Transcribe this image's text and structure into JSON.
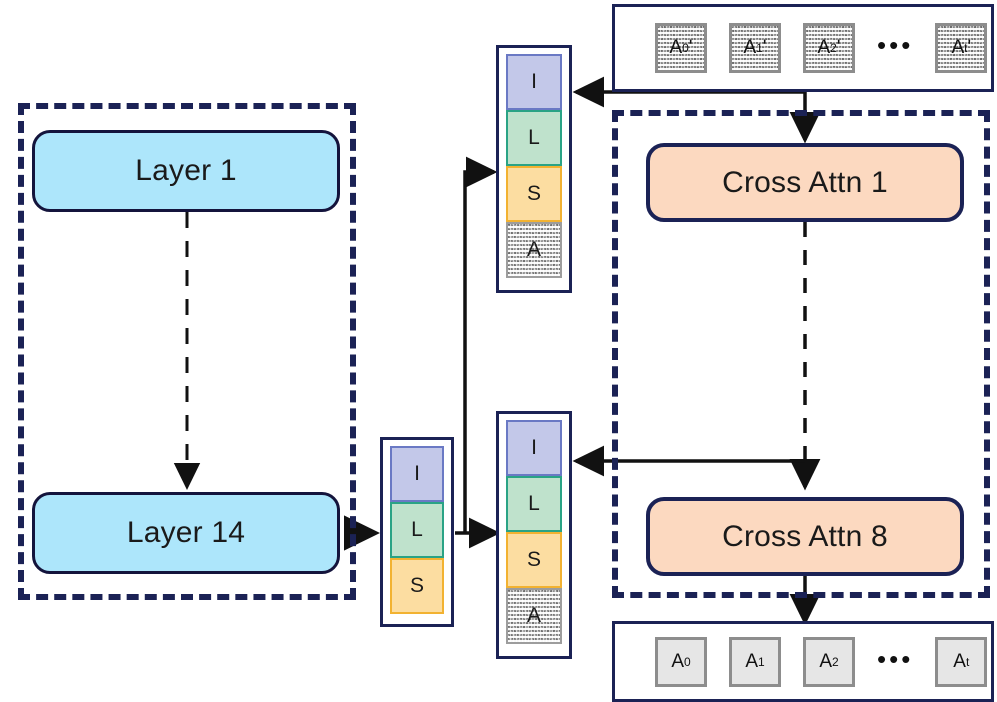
{
  "diagram": {
    "title": "Transformer layers with cross-attention audio token pipeline",
    "colors": {
      "layer_fill": "#ade6fb",
      "attn_fill": "#fcd9c0",
      "group_border": "#1b2255",
      "token_i": "#c3c8e9",
      "token_l": "#bfe2cc",
      "token_s": "#fcdda1",
      "token_a": "#d9d9d9"
    }
  },
  "left_group": {
    "layer_first": "Layer 1",
    "layer_last": "Layer 14"
  },
  "right_group": {
    "attn_first": "Cross Attn 1",
    "attn_last": "Cross Attn 8"
  },
  "token_stack_ls": {
    "blocks": [
      {
        "label": "I",
        "kind": "tok-i"
      },
      {
        "label": "L",
        "kind": "tok-l"
      },
      {
        "label": "S",
        "kind": "tok-s"
      }
    ]
  },
  "token_stack_top": {
    "blocks": [
      {
        "label": "I",
        "kind": "tok-i"
      },
      {
        "label": "L",
        "kind": "tok-l"
      },
      {
        "label": "S",
        "kind": "tok-s"
      },
      {
        "label": "A",
        "kind": "tok-a"
      }
    ]
  },
  "token_stack_bottom": {
    "blocks": [
      {
        "label": "I",
        "kind": "tok-i"
      },
      {
        "label": "L",
        "kind": "tok-l"
      },
      {
        "label": "S",
        "kind": "tok-s"
      },
      {
        "label": "A",
        "kind": "tok-a"
      }
    ]
  },
  "audio_row_top": {
    "cells": [
      {
        "base": "A",
        "sub": "0",
        "prime": "'"
      },
      {
        "base": "A",
        "sub": "1",
        "prime": "'"
      },
      {
        "base": "A",
        "sub": "2",
        "prime": "'"
      },
      {
        "base": "A",
        "sub": "t",
        "prime": "'"
      }
    ],
    "ellipsis": "•••"
  },
  "audio_row_bottom": {
    "cells": [
      {
        "base": "A",
        "sub": "0",
        "prime": ""
      },
      {
        "base": "A",
        "sub": "1",
        "prime": ""
      },
      {
        "base": "A",
        "sub": "2",
        "prime": ""
      },
      {
        "base": "A",
        "sub": "t",
        "prime": ""
      }
    ],
    "ellipsis": "•••"
  }
}
